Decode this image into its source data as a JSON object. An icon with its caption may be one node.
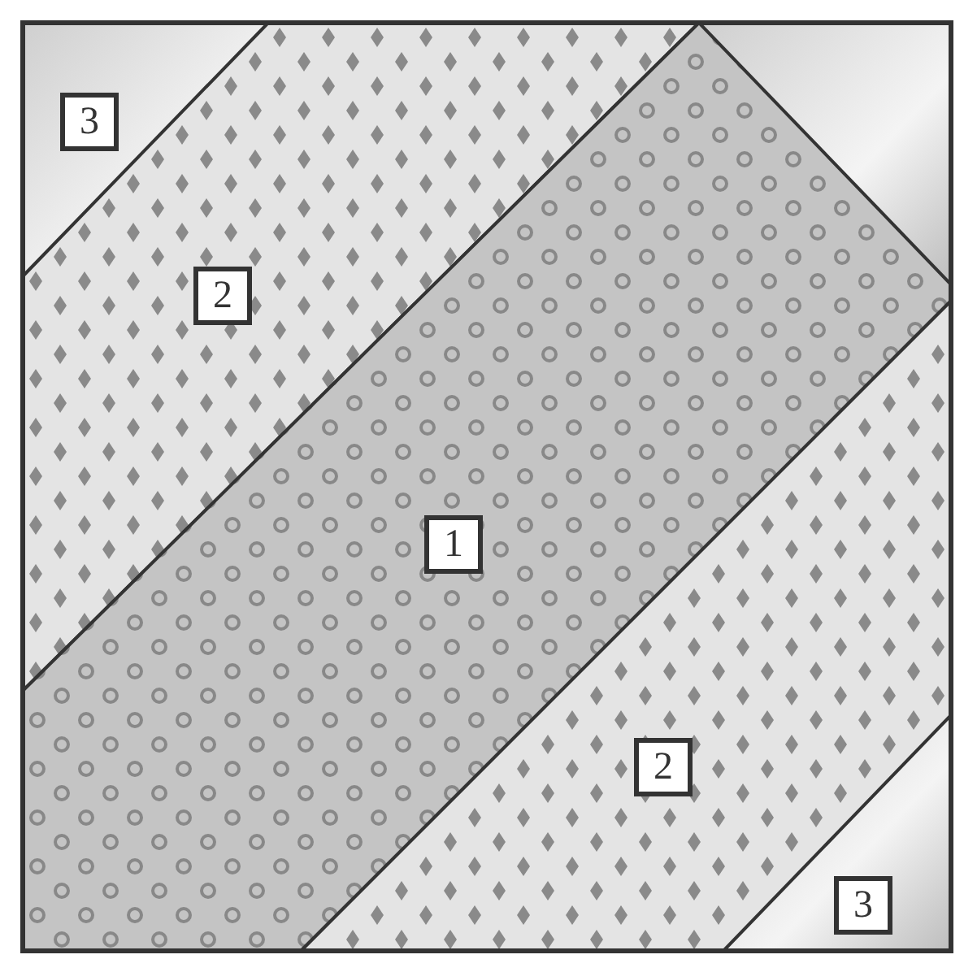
{
  "diagram": {
    "nodes": [
      {
        "text": [
          "3"
        ]
      },
      {
        "text": [
          "2"
        ]
      },
      {
        "text": [
          "1"
        ]
      },
      {
        "text": [
          "2"
        ]
      },
      {
        "text": [
          "3"
        ]
      }
    ]
  }
}
